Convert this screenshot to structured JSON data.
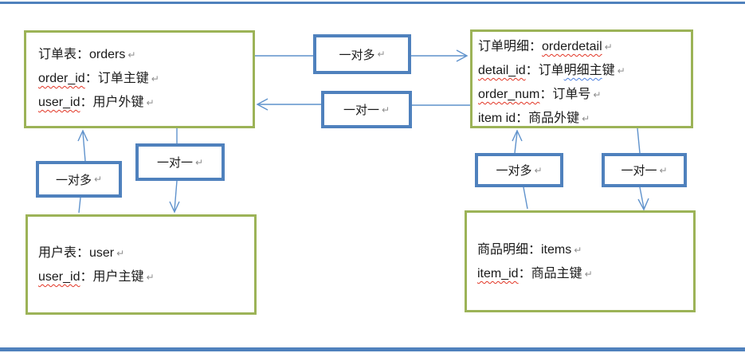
{
  "meta": {
    "pilcrow": "↵",
    "language": "zh-CN"
  },
  "colors": {
    "entity_border_green": "#9cb357",
    "relation_border_blue": "#4f81bd",
    "connector_line_blue": "#5f92cc",
    "page_rule_blue": "#4f81bd",
    "spellcheck_red": "#e23525",
    "grammar_blue": "#4a7fdf",
    "text": "#1a1a1a"
  },
  "boxes": {
    "orders": {
      "line1": "订单表：orders",
      "line2_err": "order_id",
      "line2_rest": "：订单主键",
      "line3_err": "user_id",
      "line3_rest": "：用户外键"
    },
    "orderdetail": {
      "line1_plain": "订单明细：",
      "line1_err": "orderdetail",
      "line2_err": "detail_id",
      "line2_mid": "：订单",
      "line2_gram": "明细主",
      "line2_tail": "键",
      "line3_err": "order_num",
      "line3_rest": "：订单号",
      "line4": "item id：商品外键"
    },
    "user": {
      "line1": "用户表：user",
      "line2_err": "user_id",
      "line2_rest": "：用户主键"
    },
    "items": {
      "line1": "商品明细：items",
      "line2_err": "item_id",
      "line2_rest": "：商品主键"
    }
  },
  "connectors": {
    "center_top": "一对多",
    "center_bottom": "一对一",
    "left_outer": "一对多",
    "left_inner": "一对一",
    "right_inner": "一对多",
    "right_outer": "一对一"
  }
}
